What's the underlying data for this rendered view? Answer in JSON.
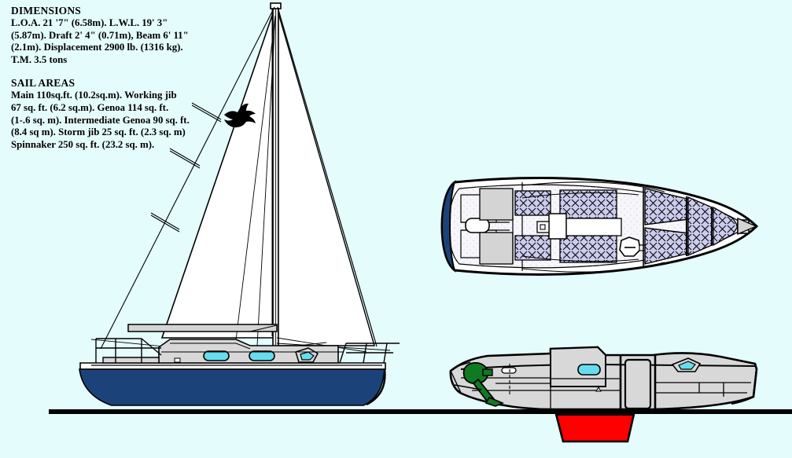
{
  "page": {
    "background_color": "#e5fcfc",
    "title_hidden": "Sailboat design drawing — sail plan, deck plan and interior profile"
  },
  "specs": {
    "dimensions": {
      "heading": "DIMENSIONS",
      "lines": [
        "L.O.A. 21 '7\" (6.58m). L.W.L. 19' 3\"",
        "(5.87m). Draft 2' 4\" (0.71m), Beam 6' 11\"",
        "(2.1m). Displacement 2900 lb. (1316 kg).",
        "T.M. 3.5 tons"
      ]
    },
    "sail_areas": {
      "heading": "SAIL AREAS",
      "lines": [
        "Main 110sq.ft. (10.2sq.m). Working jib",
        "67 sq. ft. (6.2 sq.m). Genoa 114 sq. ft.",
        "(1-.6 sq. m). Intermediate Genoa 90 sq. ft.",
        "(8.4 sq m). Storm jib 25 sq. ft. (2.3 sq. m)",
        "Spinnaker 250 sq. ft. (23.2 sq. m)."
      ]
    }
  },
  "colors": {
    "hull_navy": "#1b4379",
    "sail_white": "#ffffff",
    "deck_grey": "#d4d4d4",
    "cabin_grey": "#d8d8d8",
    "cushion_lavender": "#ccccee",
    "port_cyan": "#66ddee",
    "keel_red": "#ff0000",
    "motor_green": "#0f7a22",
    "outline_black": "#000000",
    "waterline_black": "#000000"
  },
  "views": {
    "sail_plan": {
      "name": "Sail plan profile view",
      "sails": [
        "mainsail",
        "jib"
      ],
      "emblem": "bird-emblem",
      "hull_color": "#1b4379",
      "portlight_count": 2
    },
    "deck_plan": {
      "name": "Deck / accommodation plan view",
      "features": [
        "transom",
        "cockpit",
        "quarter-berths",
        "galley-sink",
        "saloon-settees",
        "v-berth",
        "anchor-locker"
      ]
    },
    "interior_profile": {
      "name": "Interior profile view",
      "features": [
        "outboard-motor",
        "companionway",
        "cabin-portlight",
        "foredeck-hatch",
        "keel"
      ]
    }
  },
  "waterline": {
    "label_hidden": "designed waterline"
  }
}
